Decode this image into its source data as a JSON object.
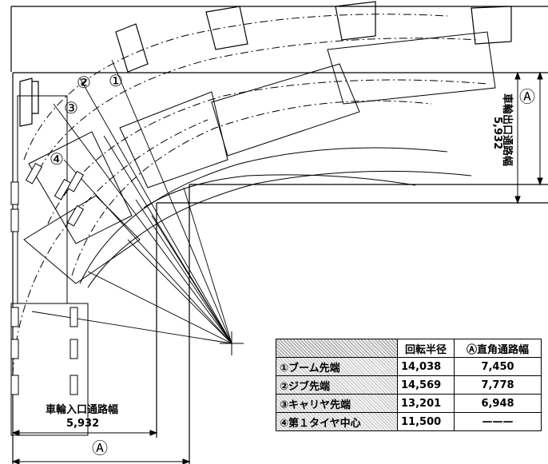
{
  "labels": {
    "entrance_width": "車輪入口通路幅",
    "entrance_value": "5,932",
    "exit_width": "車輪出口通路幅",
    "exit_value": "5,932",
    "dim_a_bottom": "Ⓐ",
    "dim_a_right": "Ⓐ",
    "marker_1": "①",
    "marker_2": "②",
    "marker_3": "③",
    "marker_4": "④"
  },
  "table": {
    "headers": [
      "",
      "回転半径",
      "Ⓐ直角通路幅"
    ],
    "rows": [
      {
        "name": "①ブーム先端",
        "radius": "14,038",
        "width": "7,450"
      },
      {
        "name": "②ジブ先端",
        "radius": "14,569",
        "width": "7,778"
      },
      {
        "name": "③キャリヤ先端",
        "radius": "13,201",
        "width": "6,948"
      },
      {
        "name": "④第１タイヤ中心",
        "radius": "11,500",
        "width": "———"
      }
    ]
  }
}
